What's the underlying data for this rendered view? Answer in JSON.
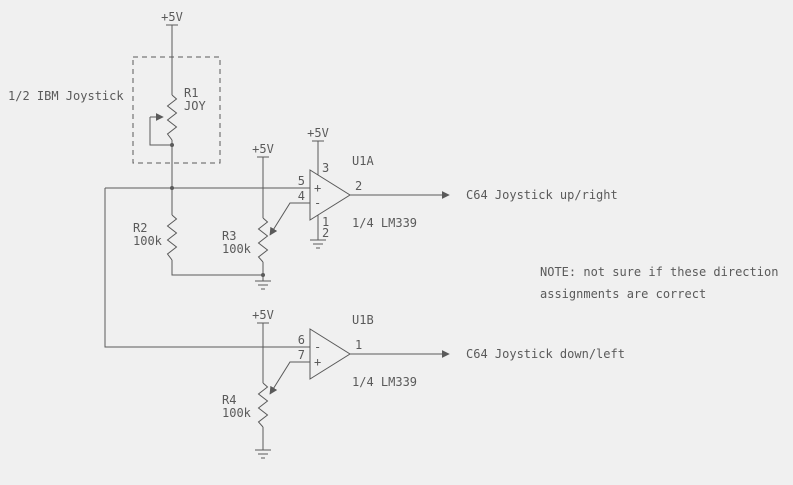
{
  "colors": {
    "background": "#f0f0f0",
    "ink": "#5a5a5a"
  },
  "power": {
    "vcc_label": "+5V"
  },
  "joystick": {
    "caption": "1/2 IBM Joystick",
    "r1": {
      "name": "R1",
      "value": "JOY"
    }
  },
  "resistors": {
    "r2": {
      "name": "R2",
      "value": "100k"
    },
    "r3": {
      "name": "R3",
      "value": "100k"
    },
    "r4": {
      "name": "R4",
      "value": "100k"
    }
  },
  "comparators": {
    "u1a": {
      "name": "U1A",
      "part": "1/4 LM339",
      "pin_in_top": "5",
      "pin_in_bottom": "4",
      "pin_out": "2",
      "pin_vcc": "3",
      "pin_gnd_digit1": "1",
      "pin_gnd_digit2": "2",
      "sign_top": "+",
      "sign_bottom": "-",
      "output_label": "C64 Joystick up/right"
    },
    "u1b": {
      "name": "U1B",
      "part": "1/4 LM339",
      "pin_in_top": "6",
      "pin_in_bottom": "7",
      "pin_out": "1",
      "sign_top": "-",
      "sign_bottom": "+",
      "output_label": "C64 Joystick down/left"
    }
  },
  "note": {
    "line1": "NOTE: not sure if these direction",
    "line2": "assignments are correct"
  }
}
